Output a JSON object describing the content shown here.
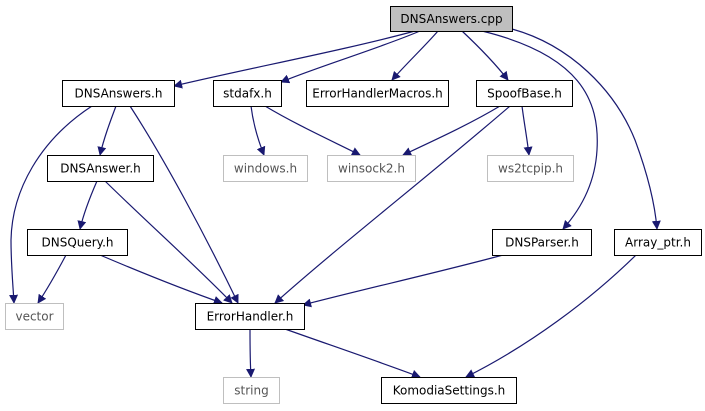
{
  "graph": {
    "nodes": [
      {
        "id": "dnsanswers_cpp",
        "label": "DNSAnswers.cpp",
        "style": "root"
      },
      {
        "id": "dnsanswers_h",
        "label": "DNSAnswers.h",
        "style": "normal"
      },
      {
        "id": "stdafx_h",
        "label": "stdafx.h",
        "style": "normal"
      },
      {
        "id": "errorhandlermacros_h",
        "label": "ErrorHandlerMacros.h",
        "style": "normal"
      },
      {
        "id": "spoofbase_h",
        "label": "SpoofBase.h",
        "style": "normal"
      },
      {
        "id": "dnsanswer_h",
        "label": "DNSAnswer.h",
        "style": "normal"
      },
      {
        "id": "windows_h",
        "label": "windows.h",
        "style": "external"
      },
      {
        "id": "winsock2_h",
        "label": "winsock2.h",
        "style": "external"
      },
      {
        "id": "ws2tcpip_h",
        "label": "ws2tcpip.h",
        "style": "external"
      },
      {
        "id": "dnsquery_h",
        "label": "DNSQuery.h",
        "style": "normal"
      },
      {
        "id": "dnsparser_h",
        "label": "DNSParser.h",
        "style": "normal"
      },
      {
        "id": "array_ptr_h",
        "label": "Array_ptr.h",
        "style": "normal"
      },
      {
        "id": "vector",
        "label": "vector",
        "style": "external"
      },
      {
        "id": "errorhandler_h",
        "label": "ErrorHandler.h",
        "style": "normal"
      },
      {
        "id": "string",
        "label": "string",
        "style": "external"
      },
      {
        "id": "komodiasettings_h",
        "label": "KomodiaSettings.h",
        "style": "normal"
      }
    ],
    "edges": [
      [
        "dnsanswers_cpp",
        "dnsanswers_h"
      ],
      [
        "dnsanswers_cpp",
        "stdafx_h"
      ],
      [
        "dnsanswers_cpp",
        "errorhandlermacros_h"
      ],
      [
        "dnsanswers_cpp",
        "spoofbase_h"
      ],
      [
        "dnsanswers_cpp",
        "dnsparser_h"
      ],
      [
        "dnsanswers_cpp",
        "array_ptr_h"
      ],
      [
        "dnsanswers_h",
        "dnsanswer_h"
      ],
      [
        "dnsanswers_h",
        "vector"
      ],
      [
        "dnsanswers_h",
        "errorhandler_h"
      ],
      [
        "stdafx_h",
        "windows_h"
      ],
      [
        "stdafx_h",
        "winsock2_h"
      ],
      [
        "spoofbase_h",
        "winsock2_h"
      ],
      [
        "spoofbase_h",
        "ws2tcpip_h"
      ],
      [
        "spoofbase_h",
        "errorhandler_h"
      ],
      [
        "dnsanswer_h",
        "dnsquery_h"
      ],
      [
        "dnsanswer_h",
        "errorhandler_h"
      ],
      [
        "dnsquery_h",
        "vector"
      ],
      [
        "dnsquery_h",
        "errorhandler_h"
      ],
      [
        "dnsparser_h",
        "errorhandler_h"
      ],
      [
        "array_ptr_h",
        "komodiasettings_h"
      ],
      [
        "errorhandler_h",
        "string"
      ],
      [
        "errorhandler_h",
        "komodiasettings_h"
      ]
    ]
  },
  "colors": {
    "edge": "#191970",
    "root_fill": "#bfbfbf",
    "normal_border": "#000000",
    "external_border": "#bfbfbf",
    "external_text": "#555555",
    "text": "#000000"
  }
}
